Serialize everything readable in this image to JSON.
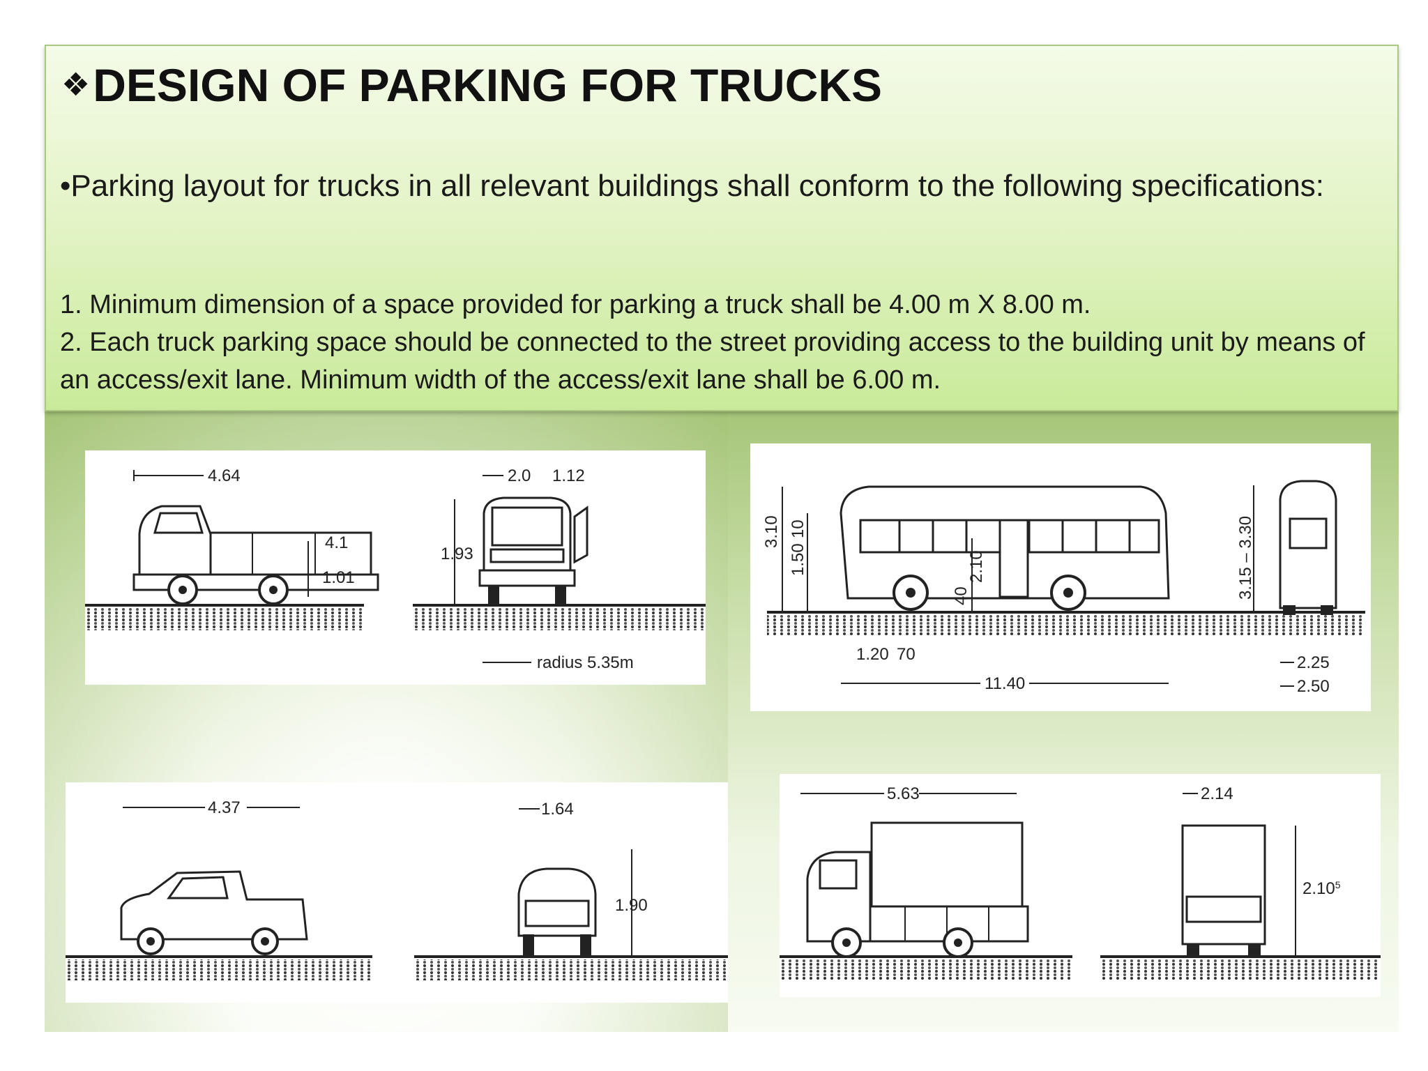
{
  "header": {
    "bullet_symbol": "❖",
    "title": "DESIGN OF PARKING FOR TRUCKS",
    "intro": "•Parking layout for trucks in all relevant buildings shall conform to the following specifications:",
    "items": [
      "1. Minimum dimension of a space provided for parking a truck shall be 4.00 m X 8.00 m.",
      "2. Each truck parking space should be connected to the street providing access to the building unit by means of an access/exit lane. Minimum width of the access/exit lane shall be 6.00 m."
    ]
  },
  "figures": {
    "pickup_truck": {
      "length": "4.64",
      "side_height": "4.1",
      "bed_height": "1.01"
    },
    "van": {
      "width": "2.0",
      "door": "1.12",
      "height": "1.93",
      "turning": "radius 5.35m"
    },
    "bus": {
      "height": "3.10",
      "floor": "1.50",
      "floor_extra": "10",
      "door_height": "2.10",
      "step": "40",
      "rear_height": "3.15 – 3.30",
      "front_overhang": "1.20",
      "front_extra": "70",
      "length": "11.40",
      "width_a": "2.25",
      "width_b": "2.50"
    },
    "pickup_car": {
      "length": "4.37",
      "width": "1.64",
      "height": "1.90"
    },
    "box_truck": {
      "length": "5.63",
      "width": "2.14",
      "height": "2.10",
      "height_sup": "5"
    }
  }
}
